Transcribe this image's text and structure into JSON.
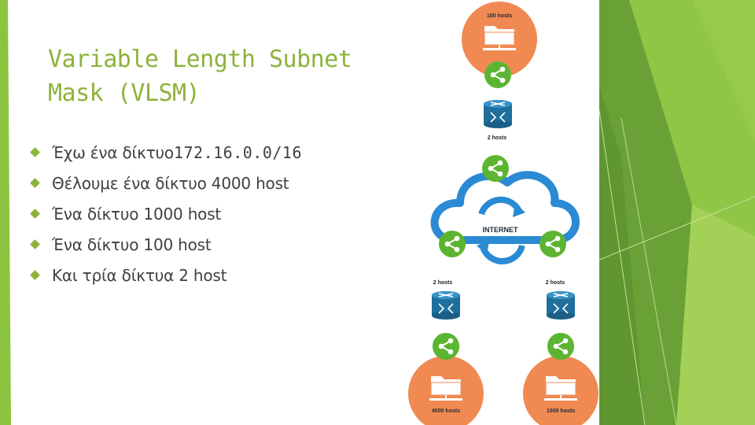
{
  "slide": {
    "title": "Variable Length Subnet Mask (VLSM)",
    "bullets": [
      {
        "text": "Έχω ένα δίκτυο ",
        "code": "172.16.0.0/16"
      },
      {
        "text": "Θέλουμε ένα δίκτυο 4000 host",
        "code": ""
      },
      {
        "text": "Ένα δίκτυο 1000 host",
        "code": ""
      },
      {
        "text": "Ένα δίκτυο 100 host",
        "code": ""
      },
      {
        "text": "Και τρία δίκτυα 2 host",
        "code": ""
      }
    ]
  },
  "diagram": {
    "top_lan_label": "100 hosts",
    "top_link_label": "2 hosts",
    "internet_label": "INTERNET",
    "left_link_label": "2 hosts",
    "right_link_label": "2 hosts",
    "left_lan_label": "4000 hosts",
    "right_lan_label": "1000 hosts"
  },
  "colors": {
    "accent_green": "#8db33a",
    "share_green": "#5cb531",
    "lan_orange": "#f08a52",
    "router_blue": "#1f6f9c",
    "cloud_blue": "#2a8ad4",
    "text_gray": "#404040"
  }
}
